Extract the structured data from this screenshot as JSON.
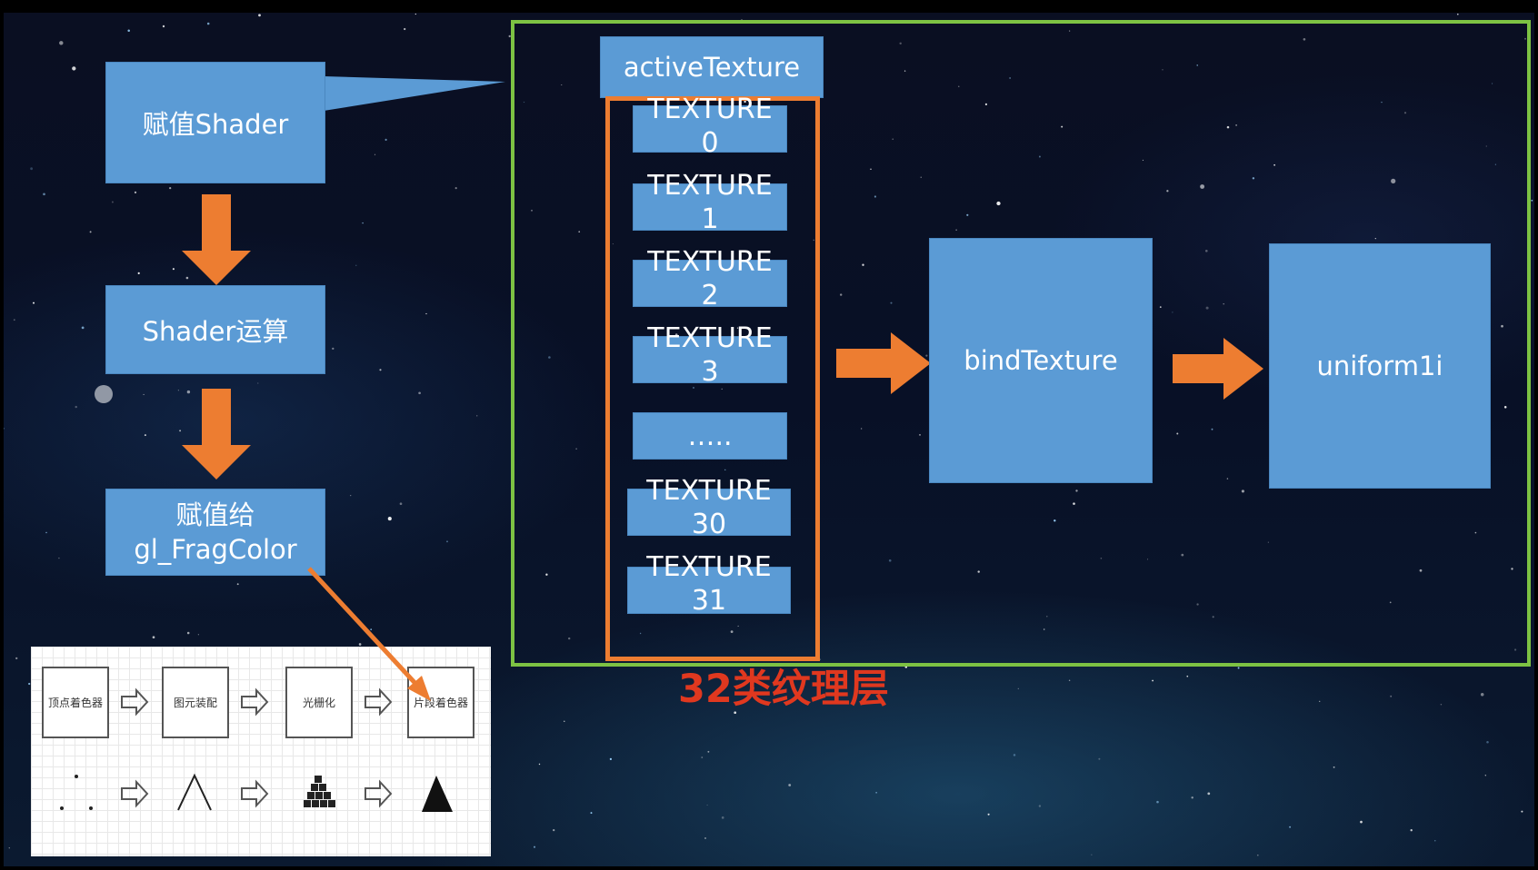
{
  "left_chain": {
    "assign_shader": "赋值Shader",
    "shader_compute": "Shader运算",
    "assign_frag_line1": "赋值给",
    "assign_frag_line2": "gl_FragColor"
  },
  "active_texture": "activeTexture",
  "textures": [
    "TEXTURE\n0",
    "TEXTURE\n1",
    "TEXTURE\n2",
    "TEXTURE\n3",
    "…..",
    "TEXTURE\n30",
    "TEXTURE\n31"
  ],
  "bind_texture": "bindTexture",
  "uniform1i": "uniform1i",
  "layers_caption": "32类纹理层",
  "pipeline": {
    "stages": [
      "顶点着色器",
      "图元装配",
      "光栅化",
      "片段着色器"
    ]
  },
  "colors": {
    "box_blue": "#5b9bd5",
    "arrow_orange": "#ed7d31",
    "frame_green": "#7dc243",
    "caption_red": "#e0381f"
  }
}
